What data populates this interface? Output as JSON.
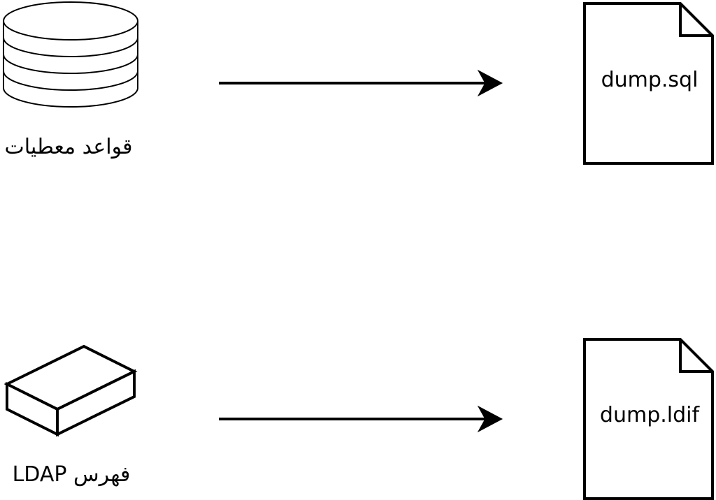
{
  "diagram": {
    "database": {
      "label": "قواعد معطيات",
      "icon": "database-icon"
    },
    "ldap_directory": {
      "label": "فهرس LDAP",
      "icon": "directory-box-icon"
    },
    "sql_dump": {
      "label": "dump.sql",
      "icon": "file-icon"
    },
    "ldif_dump": {
      "label": "dump.ldif",
      "icon": "file-icon"
    },
    "colors": {
      "stroke": "#000000",
      "background": "#ffffff"
    }
  }
}
